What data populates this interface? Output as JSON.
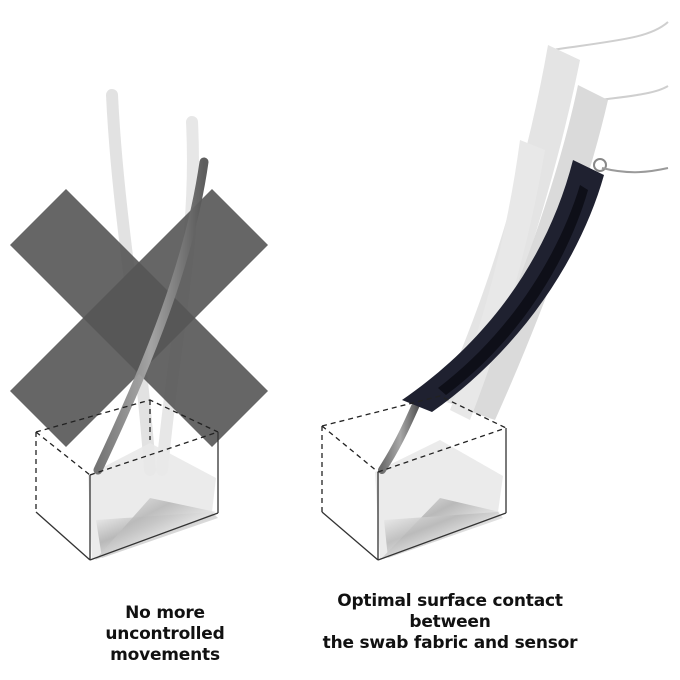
{
  "captions": {
    "left": {
      "line1": "No more",
      "line2": "uncontrolled movements"
    },
    "right": {
      "line1": "Optimal surface contact",
      "line2": "between",
      "line3": "the swab fabric and sensor"
    }
  },
  "colors": {
    "cross": "#555555",
    "swab_dark": "#1f2130",
    "ghost": "#d9d9d9",
    "dash": "#222222"
  },
  "icons": {
    "left_marker": "x-cross-icon"
  }
}
